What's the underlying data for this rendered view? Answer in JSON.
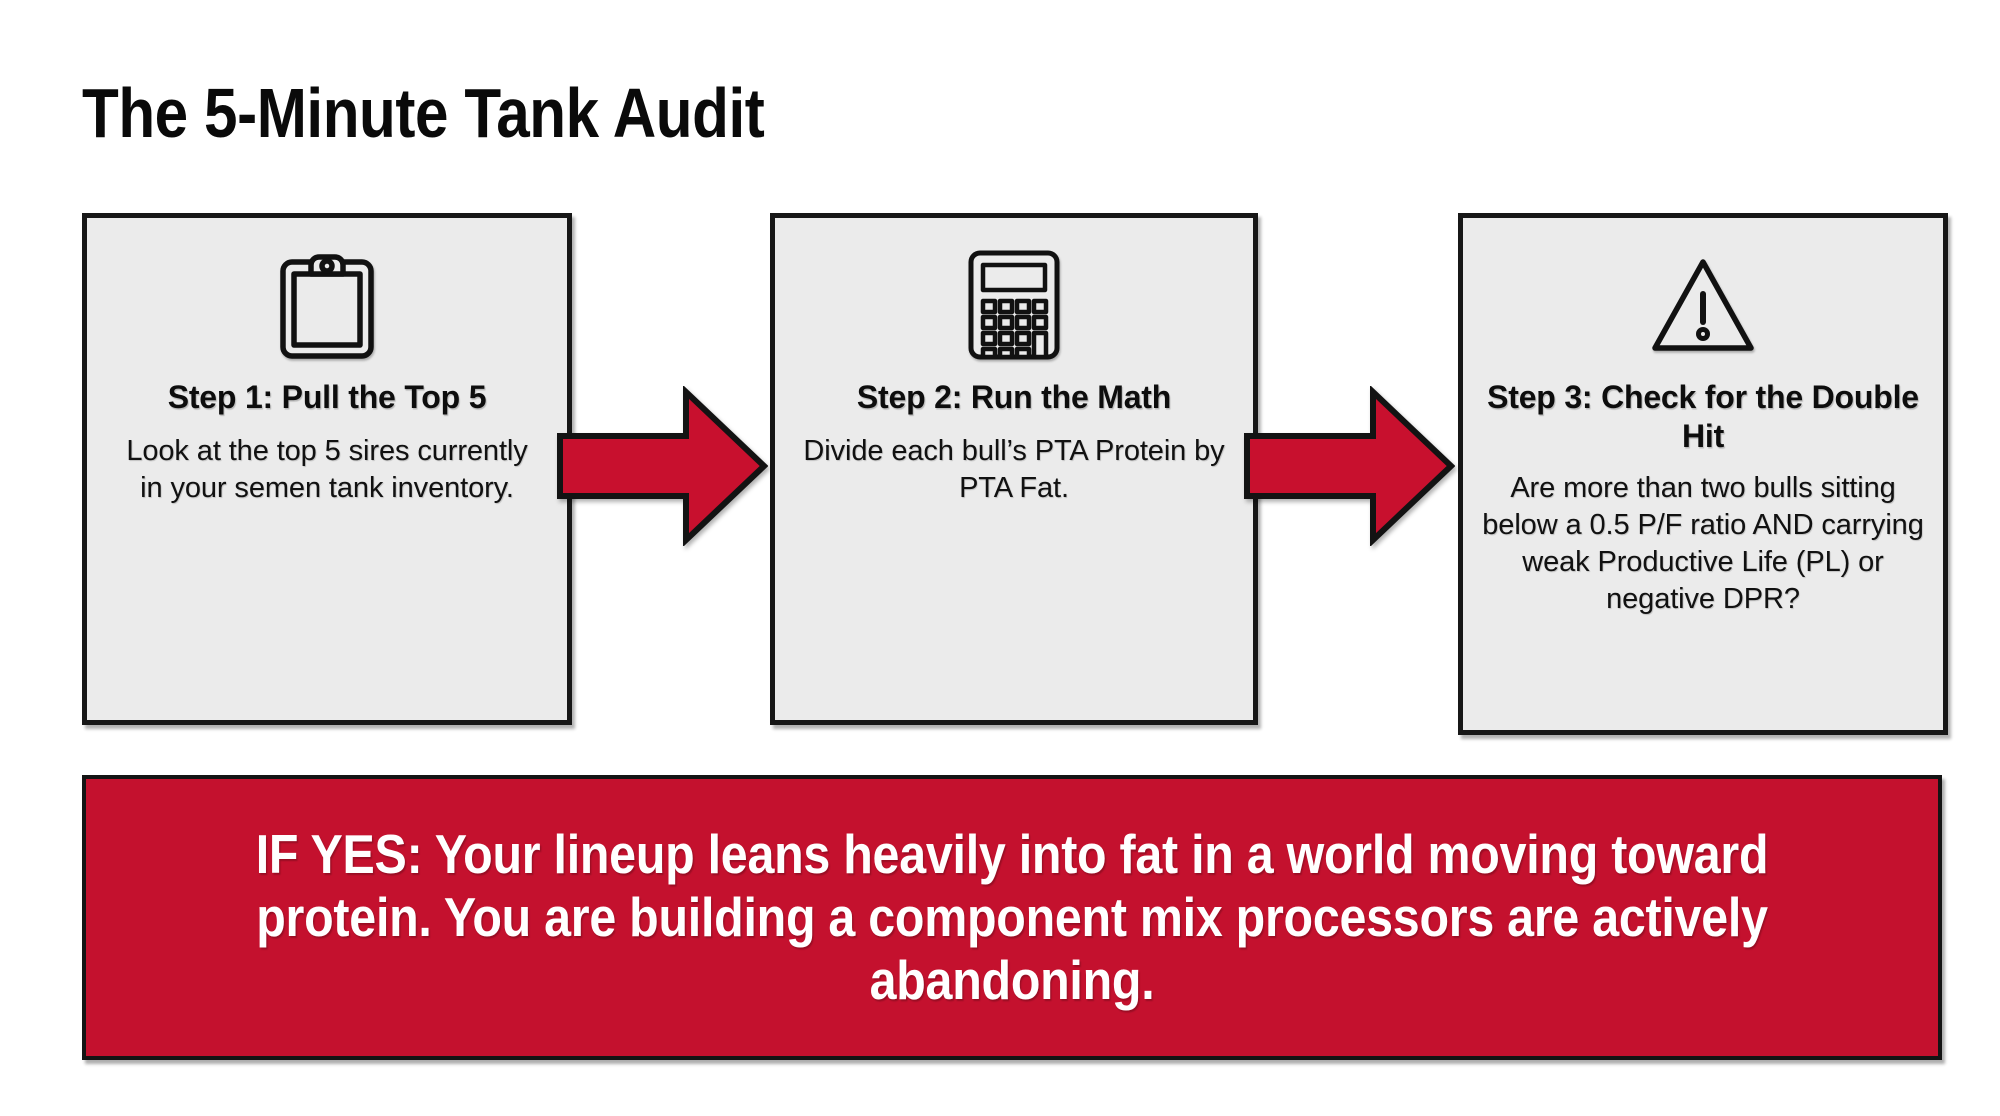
{
  "page": {
    "title": "The 5-Minute Tank Audit",
    "background_color": "#ffffff"
  },
  "colors": {
    "accent_red": "#c4112e",
    "arrow_red": "#c8102e",
    "card_fill": "#ebebeb",
    "outline": "#171717",
    "text": "#0d0d0d",
    "banner_text": "#ffffff"
  },
  "steps": [
    {
      "icon": "clipboard-icon",
      "heading": "Step 1: Pull the Top 5",
      "body": "Look at the top 5 sires currently in your semen tank inventory."
    },
    {
      "icon": "calculator-icon",
      "heading": "Step 2: Run the Math",
      "body": "Divide each bull’s PTA Protein by PTA Fat."
    },
    {
      "icon": "warning-triangle-icon",
      "heading": "Step 3: Check for the Double Hit",
      "body": "Are more than two bulls sitting below a 0.5 P/F ratio AND carrying weak Productive Life (PL) or negative DPR?"
    }
  ],
  "connectors": [
    {
      "name": "arrow-step1-to-step2",
      "direction": "right"
    },
    {
      "name": "arrow-step2-to-step3",
      "direction": "right"
    }
  ],
  "banner": {
    "text": "IF YES: Your lineup leans heavily into fat in a world moving toward protein. You are building a component mix processors are actively abandoning."
  }
}
